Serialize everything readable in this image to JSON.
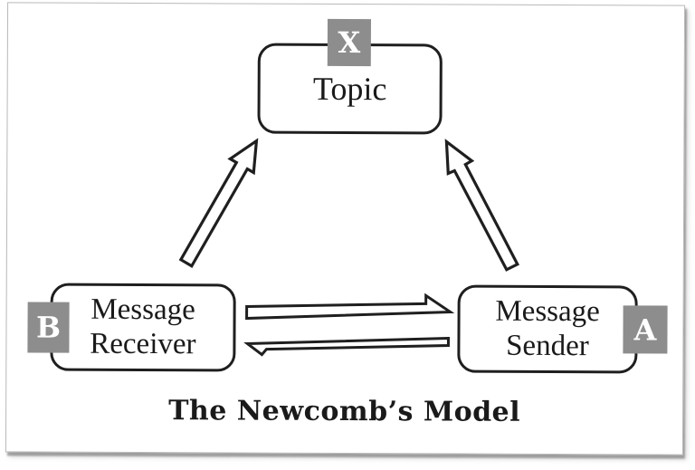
{
  "card": {
    "title": "The Newcomb’s Model"
  },
  "nodes": {
    "topic": {
      "label": "Topic",
      "badge": "X"
    },
    "receiver": {
      "line1": "Message",
      "line2": "Receiver",
      "badge": "B"
    },
    "sender": {
      "line1": "Message",
      "line2": "Sender",
      "badge": "A"
    }
  },
  "edges": [
    {
      "name": "receiver-to-topic",
      "from": "Message Receiver",
      "to": "Topic",
      "style": "hollow-block-arrow"
    },
    {
      "name": "sender-to-topic",
      "from": "Message Sender",
      "to": "Topic",
      "style": "hollow-block-arrow"
    },
    {
      "name": "receiver-to-sender",
      "from": "Message Receiver",
      "to": "Message Sender",
      "style": "hollow-thin-arrow"
    },
    {
      "name": "sender-to-receiver",
      "from": "Message Sender",
      "to": "Message Receiver",
      "style": "hollow-thin-arrow"
    }
  ],
  "colors": {
    "badge_bg": "#8d8d8d",
    "badge_text": "#ffffff",
    "node_border": "#1f1f1f",
    "node_fill": "#ffffff",
    "card_border": "#b9b9b9",
    "card_shadow": "#8f8f8f",
    "text": "#1a1a1a"
  }
}
